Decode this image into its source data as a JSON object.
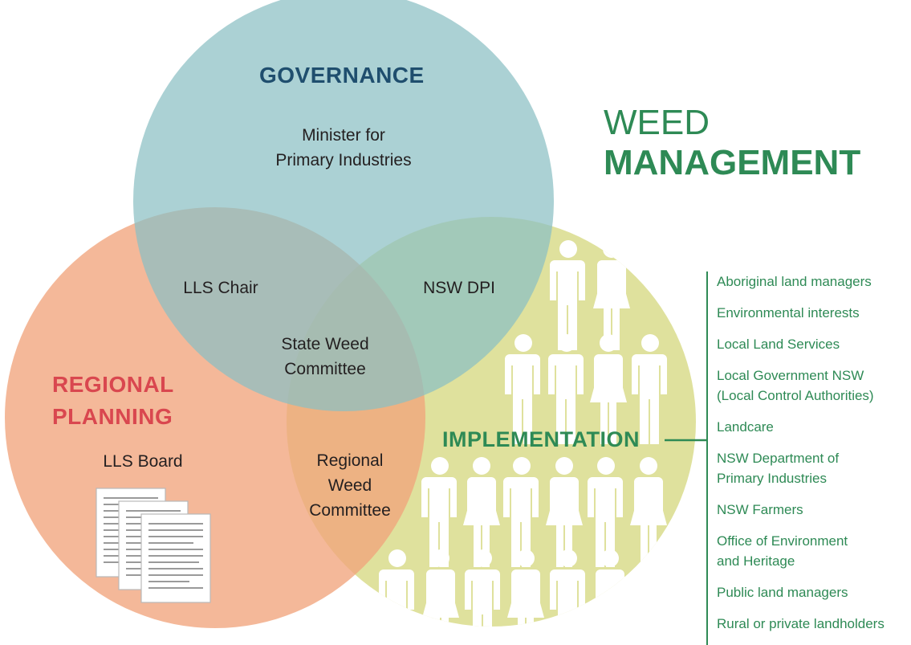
{
  "title": {
    "line1": "WEED",
    "line2": "MANAGEMENT"
  },
  "circles": {
    "governance": {
      "heading": "GOVERNANCE",
      "color": "#8bbfc4",
      "heading_color": "#1f4e6e",
      "body_line1": "Minister for",
      "body_line2": "Primary Industries"
    },
    "regional_planning": {
      "heading_line1": "REGIONAL",
      "heading_line2": "PLANNING",
      "color": "#f1a47c",
      "heading_color": "#d9474f",
      "body": "LLS Board"
    },
    "implementation": {
      "heading": "IMPLEMENTATION",
      "color": "#d9dc8c",
      "heading_color": "#2e8a55"
    }
  },
  "overlaps": {
    "governance_planning": "LLS Chair",
    "governance_implementation": "NSW DPI",
    "center_line1": "State Weed",
    "center_line2": "Committee",
    "planning_implementation_line1": "Regional",
    "planning_implementation_line2": "Weed",
    "planning_implementation_line3": "Committee"
  },
  "stakeholders": [
    {
      "line1": "Aboriginal land managers",
      "line2": ""
    },
    {
      "line1": "Environmental interests",
      "line2": ""
    },
    {
      "line1": "Local Land Services",
      "line2": ""
    },
    {
      "line1": "Local Government NSW",
      "line2": "(Local Control Authorities)"
    },
    {
      "line1": "Landcare",
      "line2": ""
    },
    {
      "line1": "NSW Department of",
      "line2": "Primary Industries"
    },
    {
      "line1": "NSW Farmers",
      "line2": ""
    },
    {
      "line1": "Office of Environment",
      "line2": "and Heritage"
    },
    {
      "line1": "Public land managers",
      "line2": ""
    },
    {
      "line1": "Rural or private landholders",
      "line2": ""
    }
  ],
  "icons": {
    "people": "person-icon",
    "documents": "document-stack-icon"
  },
  "accent_color": "#2e8a55"
}
